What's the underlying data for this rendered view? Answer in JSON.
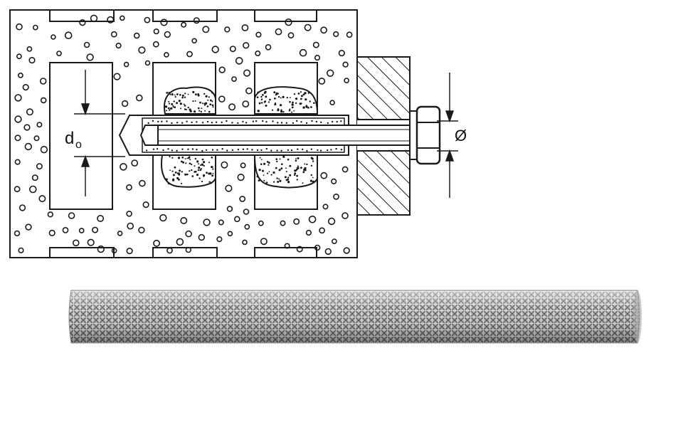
{
  "diagram": {
    "labels": {
      "hole_diameter_main": "d",
      "hole_diameter_sub": "o",
      "rod_diameter": "Ø"
    },
    "colors": {
      "line": "#1a1a1a",
      "background": "#ffffff",
      "mesh_dark": "#5c5c5c",
      "mesh_light": "#d9d9d9"
    },
    "icons": {
      "masonry": "perforated-brick-section",
      "anchor": "threaded-rod-with-nut-and-washer",
      "sleeve": "wire-mesh-sleeve"
    }
  }
}
